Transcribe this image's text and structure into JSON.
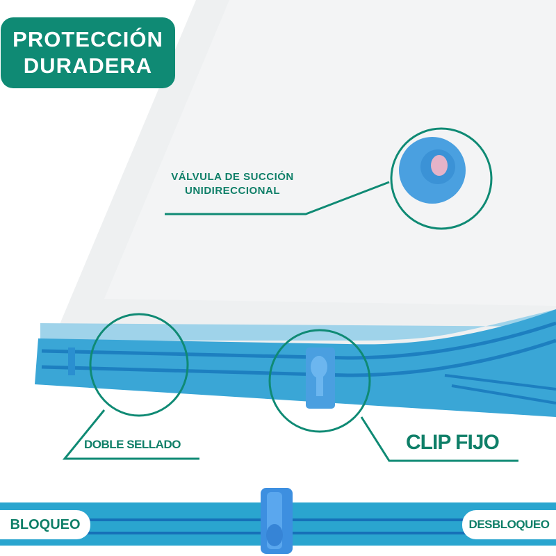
{
  "badge": {
    "line1": "PROTECCIÓN",
    "line2": "DURADERA"
  },
  "callouts": {
    "valve": {
      "line1": "VÁLVULA DE SUCCIÓN",
      "line2": "UNIDIRECCIONAL"
    },
    "double_seal": "DOBLE SELLADO",
    "fixed_clip": "CLIP FIJO"
  },
  "zipper_bar": {
    "lock_label": "BLOQUEO",
    "unlock_label": "DESBLOQUEO"
  },
  "colors": {
    "accent_green": "#0f8a74",
    "zipper_blue": "#2aa5cf",
    "bag_fill": "#eef0f1"
  }
}
